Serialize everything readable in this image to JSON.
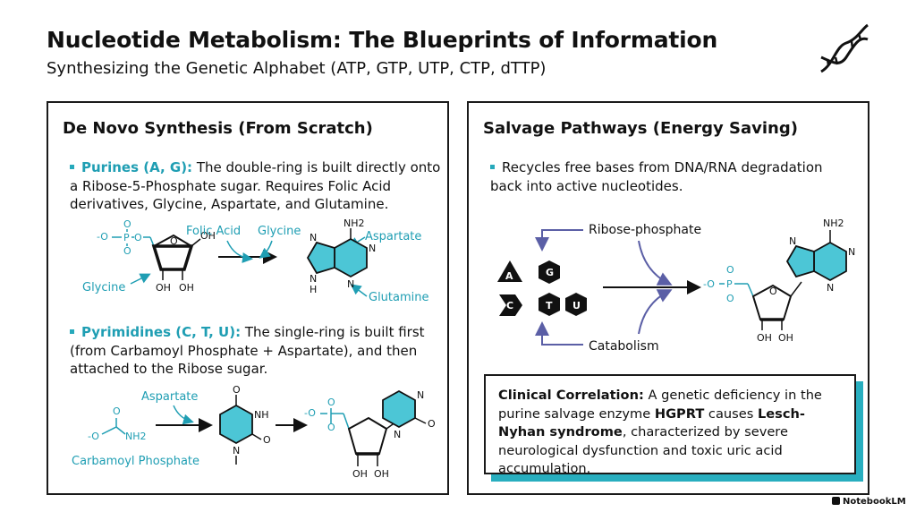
{
  "header": {
    "title": "Nucleotide Metabolism: The Blueprints of Information",
    "subtitle": "Synthesizing the Genetic Alphabet (ATP, GTP, UTP, CTP, dTTP)",
    "icon": "dna-helix-icon"
  },
  "colors": {
    "accent": "#28aebf",
    "accent_text": "#1f9eb3",
    "ink": "#111111",
    "arrow_purple": "#5b5fa6"
  },
  "de_novo": {
    "title": "De Novo Synthesis (From Scratch)",
    "purines_label": "Purines (A, G):",
    "purines_text": " The double-ring is built directly onto a Ribose-5-Phosphate sugar. Requires Folic Acid derivatives, Glycine, Aspartate, and Glutamine.",
    "pyrimidines_label": "Pyrimidines (C, T, U):",
    "pyrimidines_text": " The single-ring is built first (from Carbamoyl Phosphate + Aspartate), and then attached to the Ribose sugar.",
    "purine_diagram": {
      "folic_acid": "Folic Acid",
      "glycine_top": "Glycine",
      "glycine_left": "Glycine",
      "aspartate": "Aspartate",
      "glutamine": "Glutamine",
      "nh2": "NH2",
      "oh": "OH",
      "o": "O",
      "p": "P",
      "ominus": "-O",
      "n": "N",
      "h": "H"
    },
    "pyrimidine_diagram": {
      "aspartate": "Aspartate",
      "carbamoyl_phosphate": "Carbamoyl Phosphate",
      "nh2": "NH2",
      "nh": "NH",
      "o": "O",
      "n": "N",
      "ominus": "-O"
    }
  },
  "salvage": {
    "title": "Salvage Pathways (Energy Saving)",
    "bullet": "Recycles free bases from DNA/RNA degradation back into active nucleotides.",
    "ribose_phosphate": "Ribose-phosphate",
    "catabolism": "Catabolism",
    "bases": [
      "A",
      "G",
      "C",
      "T",
      "U"
    ],
    "nh2": "NH2",
    "oh": "OH",
    "o": "O",
    "p": "P",
    "ominus": "-O",
    "n": "N"
  },
  "clinical": {
    "label": "Clinical Correlation:",
    "text1": " A genetic deficiency in the purine salvage enzyme ",
    "enzyme": "HGPRT",
    "text2": " causes ",
    "syndrome": "Lesch-Nyhan syndrome",
    "text3": ", characterized by severe neurological dysfunction and toxic uric acid accumulation."
  },
  "footer": {
    "credit": "NotebookLM"
  }
}
